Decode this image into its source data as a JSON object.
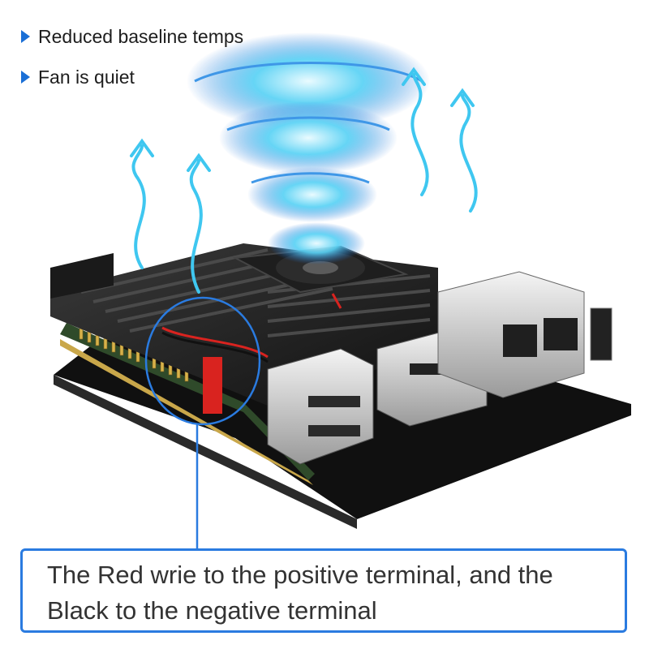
{
  "bullets": [
    {
      "text": "Reduced baseline temps"
    },
    {
      "text": "Fan is quiet"
    }
  ],
  "callout": {
    "line1": "The Red wrie to the positive terminal, and the",
    "line2": "Black to the negative terminal"
  },
  "colors": {
    "accent": "#2a7be0",
    "heatsink": "#1b1b1b",
    "airflow": "#3fc7f0",
    "red_wire": "#d9231f",
    "base_plate": "#121212"
  },
  "icons": [
    "bullet-triangle-icon",
    "airflow-arrow-icon",
    "fan-icon",
    "tornado-icon"
  ]
}
